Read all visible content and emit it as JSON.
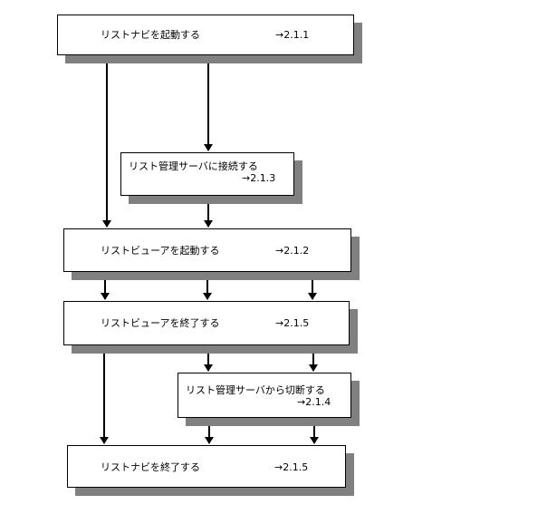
{
  "flowchart": {
    "boxes": [
      {
        "label": "リストナビを起動する",
        "ref": "→2.1.1"
      },
      {
        "label": "リスト管理サーバに接続する",
        "ref": "→2.1.3"
      },
      {
        "label": "リストビューアを起動する",
        "ref": "→2.1.2"
      },
      {
        "label": "リストビューアを終了する",
        "ref": "→2.1.5"
      },
      {
        "label": "リスト管理サーバから切断する",
        "ref": "→2.1.4"
      },
      {
        "label": "リストナビを終了する",
        "ref": "→2.1.5"
      }
    ],
    "colors": {
      "line": "#000000",
      "shadow": "#808080",
      "box_fill": "#ffffff"
    }
  }
}
